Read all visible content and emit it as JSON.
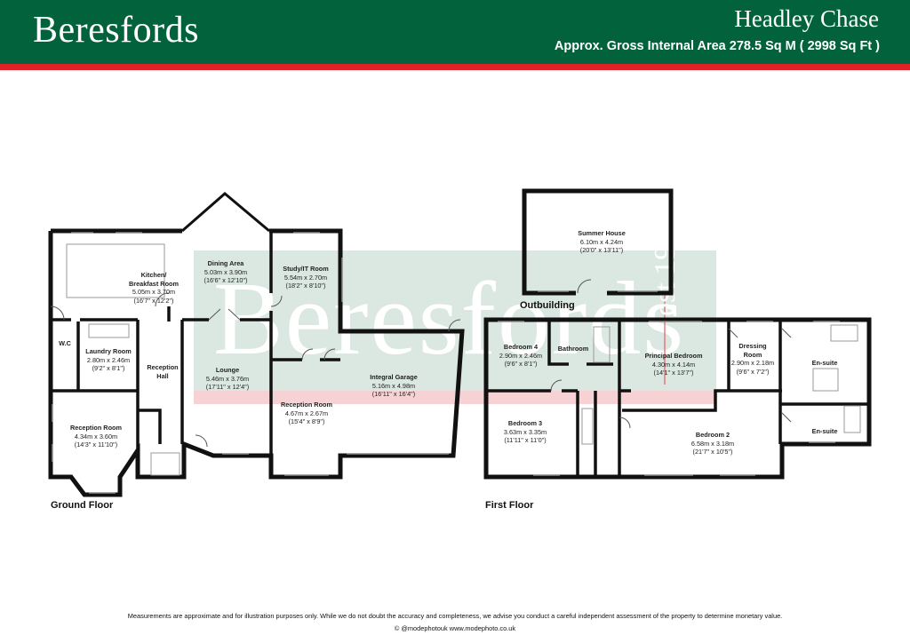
{
  "header": {
    "brand": "Beresfords",
    "property_title": "Headley Chase",
    "area_text": "Approx. Gross Internal Area 278.5 Sq M ( 2998 Sq Ft )",
    "colors": {
      "green": "#02623c",
      "red": "#e02228"
    }
  },
  "watermark": {
    "brand": "Beresfords",
    "est": "est 1968"
  },
  "floors": {
    "ground": "Ground Floor",
    "first": "First Floor",
    "outbuilding": "Outbuilding"
  },
  "rooms": [
    {
      "name": "Kitchen/\nBreakfast Room",
      "name1": "Kitchen/",
      "name2": "Breakfast Room",
      "metric": "5.05m x 3.70m",
      "imperial": "(16'7\" x 12'2\")"
    },
    {
      "name1": "Dining Area",
      "metric": "5.03m x 3.90m",
      "imperial": "(16'6\" x 12'10\")"
    },
    {
      "name1": "Study/IT Room",
      "metric": "5.54m x 2.70m",
      "imperial": "(18'2\" x 8'10\")"
    },
    {
      "name1": "W.C"
    },
    {
      "name1": "Laundry Room",
      "metric": "2.80m x 2.46m",
      "imperial": "(9'2\" x 8'1\")"
    },
    {
      "name1": "Reception",
      "name2": "Hall"
    },
    {
      "name1": "Lounge",
      "metric": "5.46m x 3.76m",
      "imperial": "(17'11\" x 12'4\")"
    },
    {
      "name1": "Reception Room",
      "metric": "4.34m x 3.60m",
      "imperial": "(14'3\" x 11'10\")"
    },
    {
      "name1": "Reception Room",
      "metric": "4.67m x 2.67m",
      "imperial": "(15'4\" x 8'9\")"
    },
    {
      "name1": "Integral Garage",
      "metric": "5.16m x 4.98m",
      "imperial": "(16'11\" x 16'4\")"
    },
    {
      "name1": "Summer House",
      "metric": "6.10m x 4.24m",
      "imperial": "(20'0\" x 13'11\")"
    },
    {
      "name1": "Bedroom 4",
      "metric": "2.90m x 2.46m",
      "imperial": "(9'6\" x 8'1\")"
    },
    {
      "name1": "Bathroom"
    },
    {
      "name1": "Principal Bedroom",
      "metric": "4.30m x 4.14m",
      "imperial": "(14'1\" x 13'7\")"
    },
    {
      "name1": "Dressing",
      "name2": "Room",
      "metric": "2.90m x 2.18m",
      "imperial": "(9'6\" x 7'2\")"
    },
    {
      "name1": "En-suite"
    },
    {
      "name1": "En-suite"
    },
    {
      "name1": "Bedroom 3",
      "metric": "3.63m x 3.35m",
      "imperial": "(11'11\" x 11'0\")"
    },
    {
      "name1": "Bedroom 2",
      "metric": "6.58m x 3.18m",
      "imperial": "(21'7\" x 10'5\")"
    }
  ],
  "footer": {
    "disclaimer": "Measurements are approximate and for illustration purposes only.  While we do not doubt the accuracy and completeness, we advise you conduct a careful independent assessment of the property to determine monetary value.",
    "credit": "© @modephotouk www.modephoto.co.uk"
  }
}
